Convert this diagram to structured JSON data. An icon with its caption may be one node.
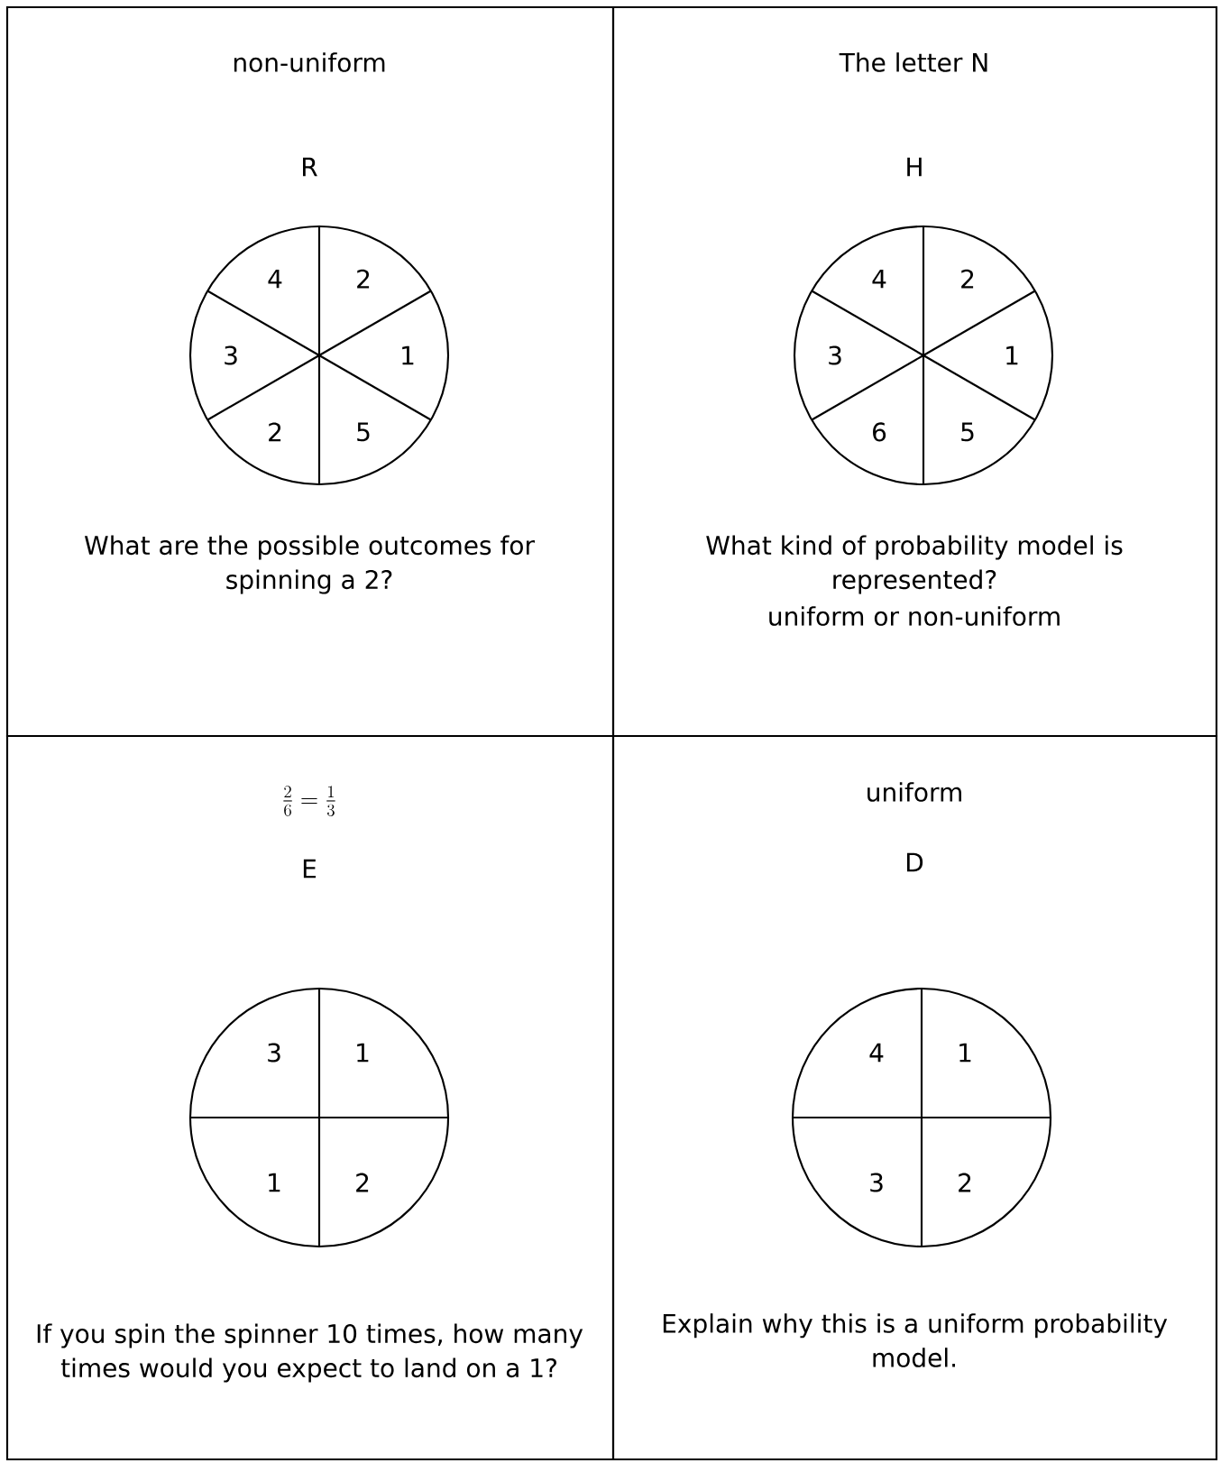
{
  "diagram": {
    "nodes": [
      {
        "text": [
          "non-uniform",
          "R",
          "What are the possible outcomes for spinning a 2?"
        ]
      },
      {
        "text": [
          "4",
          "2",
          "3",
          "1",
          "2",
          "5"
        ],
        "in": 0
      },
      {
        "text": [
          "The letter N",
          "H",
          "What kind of probability model is represented?",
          "uniform or non-uniform"
        ]
      },
      {
        "text": [
          "4",
          "2",
          "3",
          "1",
          "6",
          "5"
        ],
        "in": 2
      },
      {
        "text": [
          "\\frac{2}{6} = \\frac{1}{3}",
          "E",
          "If you spin the spinner 10 times, how many times would you expect to land on a 1?"
        ]
      },
      {
        "text": [
          "3",
          "1",
          "1",
          "2"
        ],
        "in": 4
      },
      {
        "text": [
          "uniform",
          "D",
          "Explain why this is a uniform probability model."
        ]
      },
      {
        "text": [
          "4",
          "1",
          "3",
          "2"
        ],
        "in": 6
      }
    ]
  }
}
